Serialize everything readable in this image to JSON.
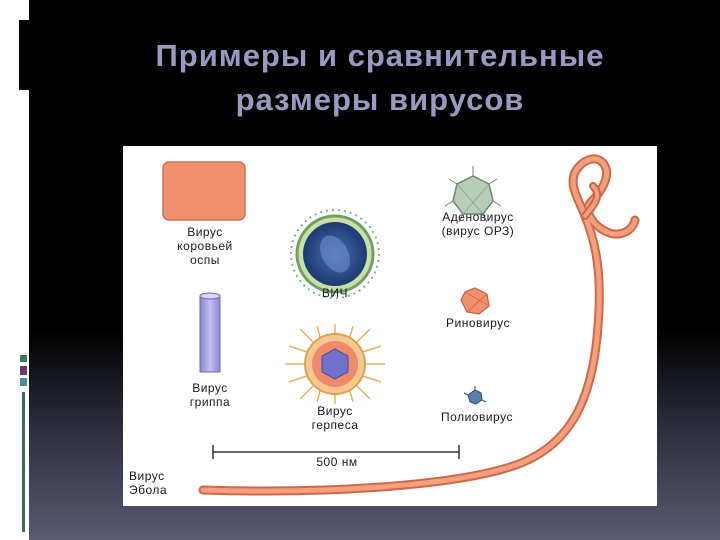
{
  "slide": {
    "title_line1": "Примеры и сравнительные",
    "title_line2": "размеры вирусов"
  },
  "figure": {
    "labels": {
      "smallpox": "Вирус\nкоровьей\nоспы",
      "hiv": "ВИЧ",
      "adenovirus": "Аденовирус\n(вирус ОРЗ)",
      "rhinovirus": "Риновирус",
      "influenza": "Вирус\nгриппа",
      "herpes": "Вирус\nгерпеса",
      "poliovirus": "Полиовирус",
      "scale": "500 нм",
      "ebola": "Вирус\nЭбола"
    },
    "colors": {
      "salmon": "#f0906c",
      "tube": "#a8a4e0",
      "hiv_core": "#2d4f8e",
      "herpes_core": "#7070c8",
      "adeno": "#9fb89f",
      "polio": "#5a7fa8"
    }
  }
}
